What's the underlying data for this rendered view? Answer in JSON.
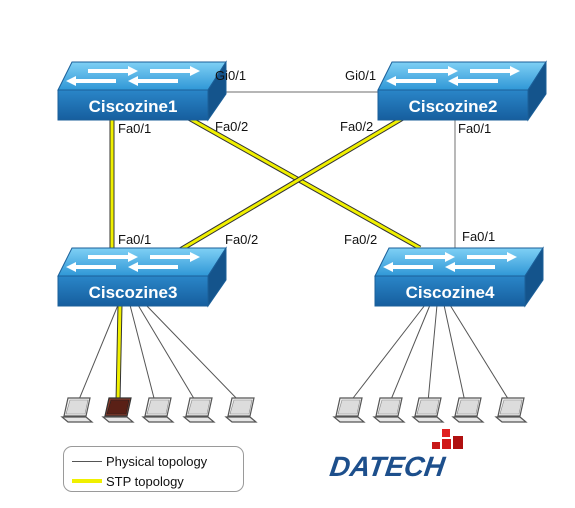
{
  "switches": [
    {
      "id": "s1",
      "name": "Ciscozine1"
    },
    {
      "id": "s2",
      "name": "Ciscozine2"
    },
    {
      "id": "s3",
      "name": "Ciscozine3"
    },
    {
      "id": "s4",
      "name": "Ciscozine4"
    }
  ],
  "ports": {
    "s1_gi": "Gi0/1",
    "s2_gi": "Gi0/1",
    "s1_fa01": "Fa0/1",
    "s1_fa02": "Fa0/2",
    "s2_fa02": "Fa0/2",
    "s2_fa01": "Fa0/1",
    "s3_fa01": "Fa0/1",
    "s3_fa02": "Fa0/2",
    "s4_fa02": "Fa0/2",
    "s4_fa01": "Fa0/1"
  },
  "links": [
    {
      "from": "s1",
      "to": "s2",
      "stp": false
    },
    {
      "from": "s1",
      "to": "s3",
      "stp": true
    },
    {
      "from": "s1",
      "to": "s4",
      "stp": true
    },
    {
      "from": "s2",
      "to": "s3",
      "stp": true
    },
    {
      "from": "s2",
      "to": "s4",
      "stp": false
    }
  ],
  "hosts": {
    "s3_count": 5,
    "s4_count": 5,
    "s3_active_index": 1
  },
  "legend": {
    "physical": "Physical topology",
    "stp": "STP topology"
  },
  "logo": {
    "text": "DATECH"
  },
  "colors": {
    "switch_top": "#3fa8e0",
    "switch_front": "#1a6fb4",
    "stp": "#f0f000",
    "physical": "#8a8a8a",
    "logo_red": "#d01818",
    "logo_blue": "#1d4f8c"
  }
}
